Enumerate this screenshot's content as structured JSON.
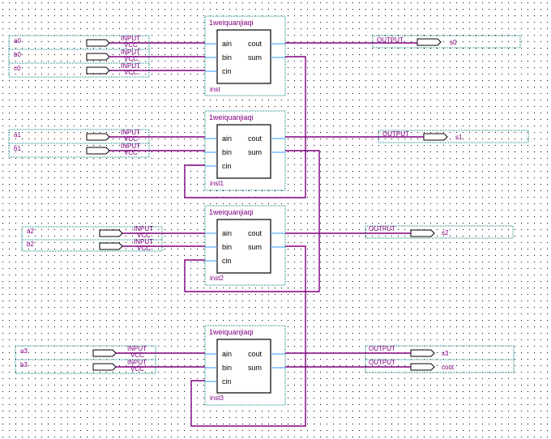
{
  "block_type": "1weiquanjiaqi",
  "port_labels": {
    "ain": "ain",
    "bin": "bin",
    "cin": "cin",
    "cout": "cout",
    "sum": "sum"
  },
  "pin_labels": {
    "input": "INPUT",
    "vcc": "VCC",
    "output": "OUTPUT"
  },
  "instances": [
    "inst",
    "inst1",
    "inst2",
    "inst3"
  ],
  "inputs": [
    "a0",
    "b0",
    "c0",
    "a1",
    "b1",
    "a2",
    "b2",
    "a3",
    "b3"
  ],
  "outputs": [
    "s0",
    "s1",
    "s2",
    "s3",
    "cout"
  ],
  "colors": {
    "wire": "#800080",
    "pin_frame": "#008080",
    "block_label": "#800080",
    "port_stub": "#3399ff",
    "grid_dot": "#000000"
  }
}
